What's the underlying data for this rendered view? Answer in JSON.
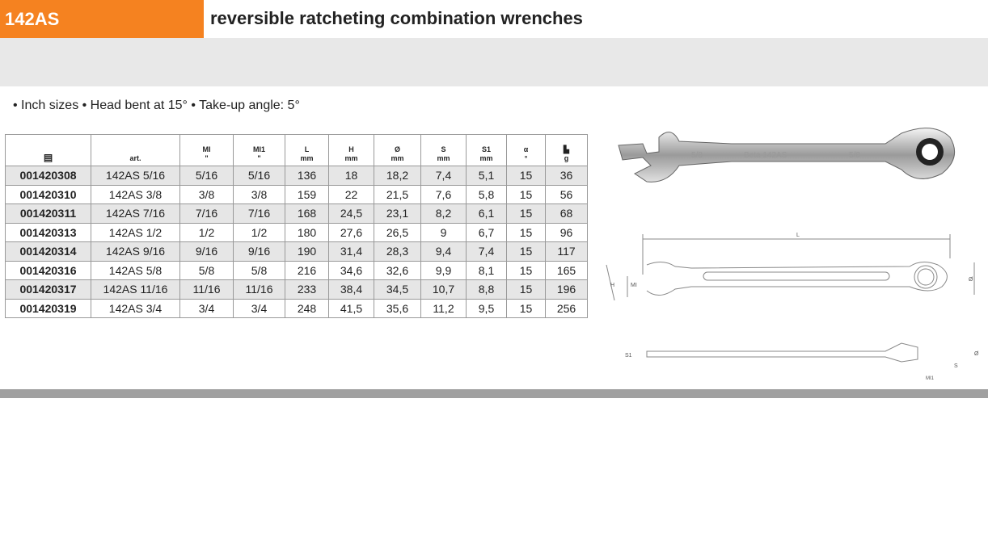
{
  "header": {
    "code": "142AS",
    "title": "reversible ratcheting  combination wrenches"
  },
  "features": "• Inch sizes • Head bent at 15° • Take-up angle: 5°",
  "table": {
    "headers": [
      {
        "l1": "",
        "l2": "",
        "icon": "product-code-icon"
      },
      {
        "l1": "",
        "l2": "art."
      },
      {
        "l1": "MI",
        "l2": "\""
      },
      {
        "l1": "MI1",
        "l2": "\""
      },
      {
        "l1": "L",
        "l2": "mm"
      },
      {
        "l1": "H",
        "l2": "mm"
      },
      {
        "l1": "Ø",
        "l2": "mm"
      },
      {
        "l1": "S",
        "l2": "mm"
      },
      {
        "l1": "S1",
        "l2": "mm"
      },
      {
        "l1": "α",
        "l2": "°"
      },
      {
        "l1": "",
        "l2": "g",
        "icon": "weight-icon"
      }
    ],
    "rows": [
      [
        "001420308",
        "142AS 5/16",
        "5/16",
        "5/16",
        "136",
        "18",
        "18,2",
        "7,4",
        "5,1",
        "15",
        "36"
      ],
      [
        "001420310",
        "142AS 3/8",
        "3/8",
        "3/8",
        "159",
        "22",
        "21,5",
        "7,6",
        "5,8",
        "15",
        "56"
      ],
      [
        "001420311",
        "142AS 7/16",
        "7/16",
        "7/16",
        "168",
        "24,5",
        "23,1",
        "8,2",
        "6,1",
        "15",
        "68"
      ],
      [
        "001420313",
        "142AS 1/2",
        "1/2",
        "1/2",
        "180",
        "27,6",
        "26,5",
        "9",
        "6,7",
        "15",
        "96"
      ],
      [
        "001420314",
        "142AS 9/16",
        "9/16",
        "9/16",
        "190",
        "31,4",
        "28,3",
        "9,4",
        "7,4",
        "15",
        "117"
      ],
      [
        "001420316",
        "142AS 5/8",
        "5/8",
        "5/8",
        "216",
        "34,6",
        "32,6",
        "9,9",
        "8,1",
        "15",
        "165"
      ],
      [
        "001420317",
        "142AS 11/16",
        "11/16",
        "11/16",
        "233",
        "38,4",
        "34,5",
        "10,7",
        "8,8",
        "15",
        "196"
      ],
      [
        "001420319",
        "142AS 3/4",
        "3/4",
        "3/4",
        "248",
        "41,5",
        "35,6",
        "11,2",
        "9,5",
        "15",
        "256"
      ]
    ]
  },
  "drawing": {
    "photo_marks": [
      "5/8",
      "Beta 142AS",
      "5/8"
    ],
    "dims": [
      "L",
      "H",
      "MI",
      "Ø",
      "S1",
      "S",
      "MI1"
    ]
  },
  "colors": {
    "accent": "#f58220",
    "band": "#e8e8e8",
    "bar": "#a0a0a0"
  }
}
